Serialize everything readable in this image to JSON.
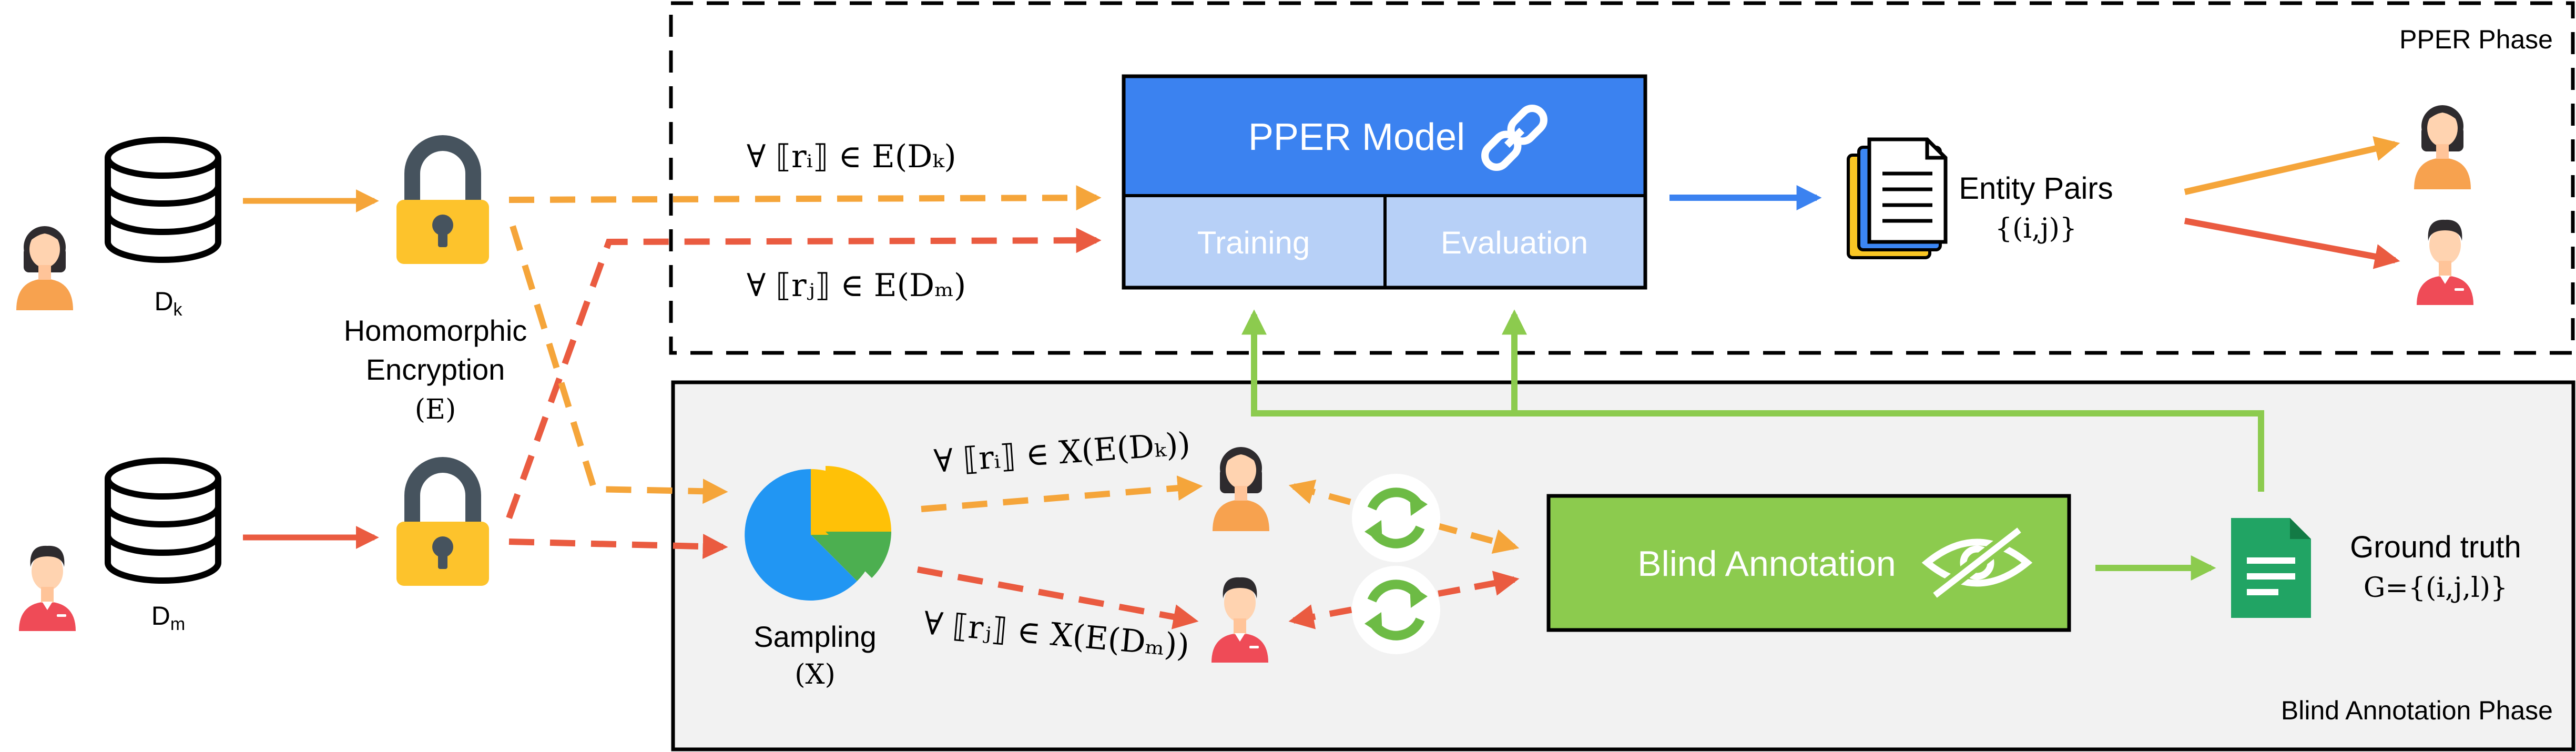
{
  "phases": {
    "pper": "PPER Phase",
    "blind": "Blind Annotation Phase"
  },
  "sources": {
    "dk": {
      "letter": "D",
      "sub": "k"
    },
    "dm": {
      "letter": "D",
      "sub": "m"
    }
  },
  "encryption": {
    "line1": "Homomorphic",
    "line2": "Encryption",
    "line3": "(E)"
  },
  "pper_model": {
    "title": "PPER Model",
    "training": "Training",
    "evaluation": "Evaluation"
  },
  "formulas": {
    "ri_ek": "∀ ⟦rᵢ⟧ ∈ E(Dₖ)",
    "rj_em": "∀ ⟦rⱼ⟧ ∈ E(Dₘ)",
    "ri_xek": "∀ ⟦rᵢ⟧ ∈ X(E(Dₖ))",
    "rj_xem": "∀ ⟦rⱼ⟧ ∈ X(E(Dₘ))"
  },
  "sampling": {
    "line1": "Sampling",
    "line2": "(X)"
  },
  "entity_pairs": {
    "title": "Entity Pairs",
    "set": "{(i,j)}"
  },
  "blind_annotation": {
    "label": "Blind Annotation"
  },
  "ground_truth": {
    "title": "Ground truth",
    "set": "G={(i,j,l)}"
  },
  "colors": {
    "orange": "#F5A53A",
    "red": "#EA5B40",
    "blue": "#3B82F0",
    "light_blue": "#B7D0F7",
    "green": "#8CCB4E",
    "lock_yellow": "#FDC32C",
    "lock_gray": "#46535E",
    "pie_blue": "#2196F3",
    "pie_yellow": "#FFC107",
    "pie_green": "#4CAF50",
    "doc_green": "#21A464",
    "panel_gray": "#F2F2F2"
  },
  "icons": [
    "database-icon",
    "lock-icon",
    "link-icon",
    "document-stack-icon",
    "person-icon",
    "refresh-icon",
    "eye-slash-icon",
    "pie-chart-icon",
    "spreadsheet-icon"
  ]
}
